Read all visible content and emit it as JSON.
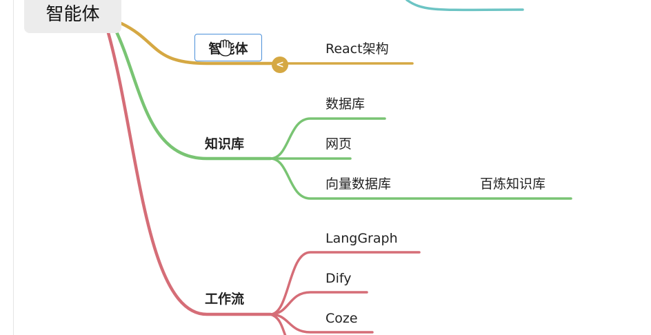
{
  "root": {
    "label": "智能体"
  },
  "agent_branch": {
    "node_label": "智能体",
    "children": [
      "React架构"
    ]
  },
  "knowledge_branch": {
    "node_label": "知识库",
    "children": [
      "数据库",
      "网页",
      "向量数据库"
    ],
    "vector_child": "百炼知识库"
  },
  "workflow_branch": {
    "node_label": "工作流",
    "children": [
      "LangGraph",
      "Dify",
      "Coze"
    ]
  },
  "collapse_button": {
    "glyph": "<"
  },
  "colors": {
    "gold": "#d5a843",
    "green": "#79c473",
    "red": "#d56d77",
    "teal": "#6cc4c4",
    "edit_border": "#4a8fd9"
  },
  "icons": {
    "collapse": "chevron-left-icon",
    "cursor": "hand-cursor-icon"
  }
}
